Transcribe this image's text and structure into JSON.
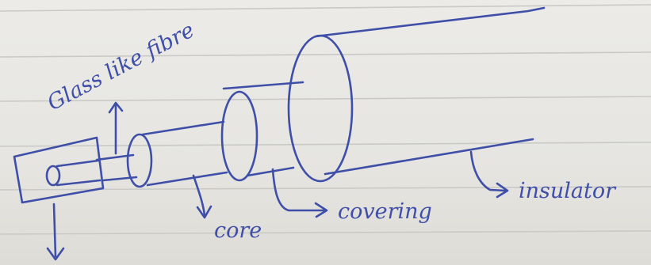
{
  "labels": {
    "glass": "Glass like fibre",
    "core": "core",
    "covering": "covering",
    "insulator": "insulator"
  },
  "colors": {
    "ink": "#3f4fa8",
    "ruled_line": "#c9c9c6",
    "paper": "#e9e8e4"
  }
}
